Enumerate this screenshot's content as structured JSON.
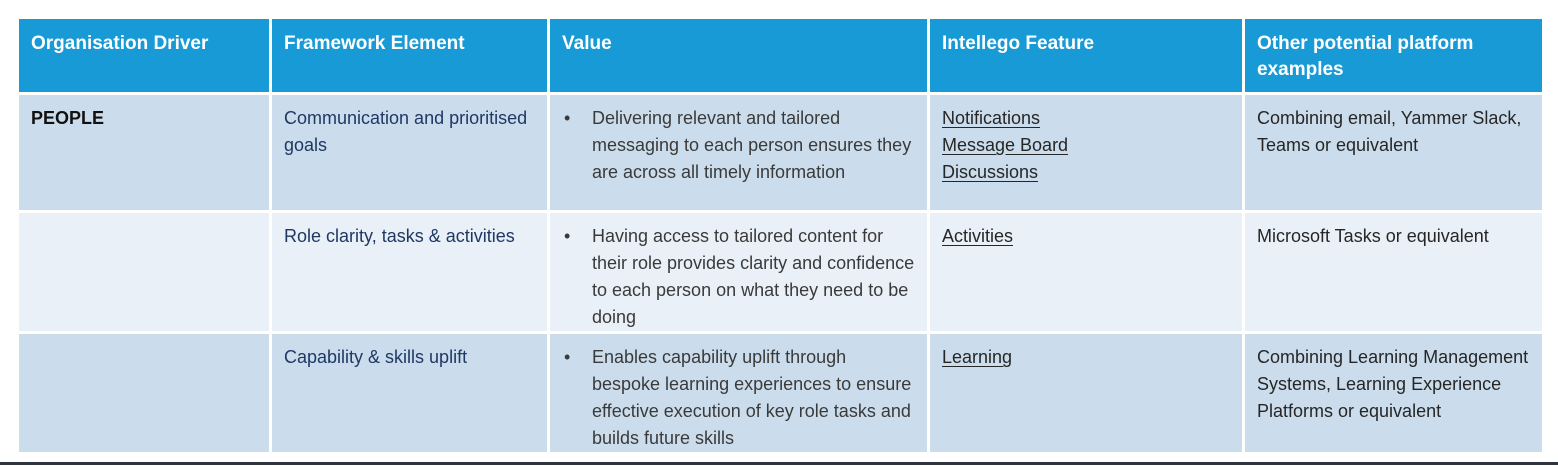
{
  "colors": {
    "header_bg": "#189ad6",
    "header_text": "#ffffff",
    "row_bg": "#cbddec",
    "row_alt_bg": "#e9f0f7",
    "framework_text": "#1f3864",
    "body_text": "#3a3a3a",
    "link_text": "#262626",
    "bottom_rule": "#2e3440"
  },
  "table": {
    "columns": [
      "Organisation Driver",
      "Framework Element",
      "Value",
      "Intellego Feature",
      "Other potential platform examples"
    ],
    "rows": [
      {
        "driver": "PEOPLE",
        "framework_element": "Communication and prioritised goals",
        "value": "Delivering relevant and tailored messaging to each person ensures they are across all timely information",
        "features": [
          "Notifications",
          "Message Board",
          "Discussions"
        ],
        "other_platforms": "Combining email, Yammer Slack, Teams or equivalent"
      },
      {
        "driver": "",
        "framework_element": "Role clarity, tasks & activities",
        "value": "Having access to tailored content for their role provides clarity and confidence to each person on what they need to be doing",
        "features": [
          "Activities"
        ],
        "other_platforms": "Microsoft Tasks or equivalent"
      },
      {
        "driver": "",
        "framework_element": "Capability & skills uplift",
        "value": "Enables capability uplift through bespoke learning experiences to ensure effective execution of key role tasks and builds future skills",
        "features": [
          "Learning"
        ],
        "other_platforms": "Combining Learning Management Systems, Learning Experience Platforms or equivalent"
      }
    ]
  }
}
